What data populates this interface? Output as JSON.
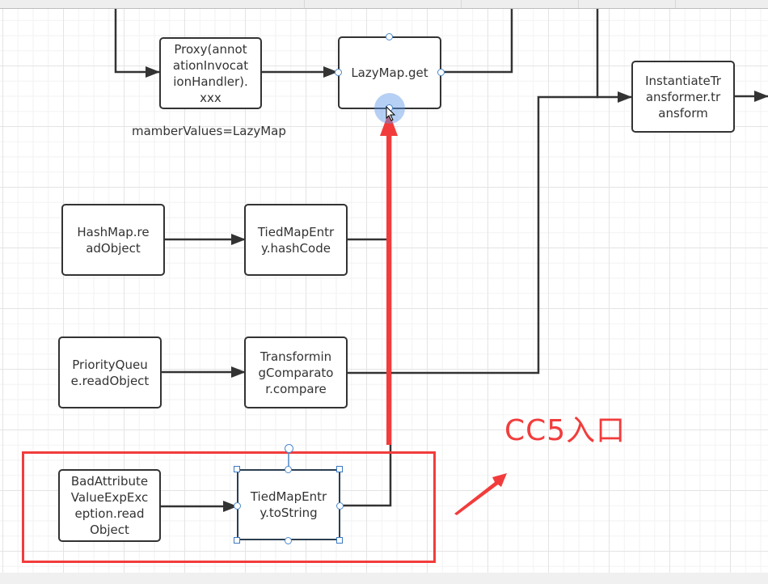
{
  "diagram": {
    "nodes": [
      {
        "id": "proxy",
        "label": "Proxy(annotationInvocationHandler).xxx",
        "lines": [
          "Proxy(annot",
          "ationInvocat",
          "ionHandler).",
          "xxx"
        ]
      },
      {
        "id": "lazymap-get",
        "label": "LazyMap.get",
        "lines": [
          "LazyMap.get"
        ]
      },
      {
        "id": "instantiate-transformer",
        "label": "InstantiateTransformer.transform",
        "lines": [
          "InstantiateTr",
          "ansformer.tr",
          "ansform"
        ]
      },
      {
        "id": "hashmap-readobject",
        "label": "HashMap.readObject",
        "lines": [
          "HashMap.re",
          "adObject"
        ]
      },
      {
        "id": "tiedmapentry-hashcode",
        "label": "TiedMapEntry.hashCode",
        "lines": [
          "TiedMapEntr",
          "y.hashCode"
        ]
      },
      {
        "id": "priorityqueue-readobject",
        "label": "PriorityQueue.readObject",
        "lines": [
          "PriorityQueu",
          "e.readObject"
        ]
      },
      {
        "id": "transformingcomparator-compare",
        "label": "TransformingComparator.compare",
        "lines": [
          "Transformin",
          "gComparato",
          "r.compare"
        ]
      },
      {
        "id": "badattribute-readobject",
        "label": "BadAttributeValueExpException.readObject",
        "lines": [
          "BadAttribute",
          "ValueExpExc",
          "eption.read",
          "Object"
        ]
      },
      {
        "id": "tiedmapentry-tostring",
        "label": "TiedMapEntry.toString",
        "lines": [
          "TiedMapEntr",
          "y.toString"
        ],
        "selected": true
      }
    ],
    "edges": [
      {
        "from": "offscreen-top",
        "to": "proxy"
      },
      {
        "from": "proxy",
        "to": "lazymap-get"
      },
      {
        "from": "lazymap-get",
        "to": "offscreen-top"
      },
      {
        "from": "offscreen-top",
        "to": "instantiate-transformer"
      },
      {
        "from": "transformingcomparator-compare",
        "to": "instantiate-transformer"
      },
      {
        "from": "instantiate-transformer",
        "to": "offscreen-right"
      },
      {
        "from": "hashmap-readobject",
        "to": "tiedmapentry-hashcode"
      },
      {
        "from": "tiedmapentry-hashcode",
        "to": "lazymap-get"
      },
      {
        "from": "priorityqueue-readobject",
        "to": "transformingcomparator-compare"
      },
      {
        "from": "badattribute-readobject",
        "to": "tiedmapentry-tostring"
      },
      {
        "from": "tiedmapentry-tostring",
        "to": "lazymap-get"
      }
    ],
    "edge_label": "mamberValues=LazyMap"
  },
  "annotations": {
    "title": "CC5入口",
    "color": "#f23c3c",
    "highlight": "BadAttributeValueExpException.readObject → TiedMapEntry.toString",
    "arrow_target": "LazyMap.get"
  },
  "colors": {
    "node_border": "#333333",
    "selection_handle": "#3a78c3",
    "annotation_red": "#f23c3c",
    "hover_glow": "#5a96e6"
  }
}
